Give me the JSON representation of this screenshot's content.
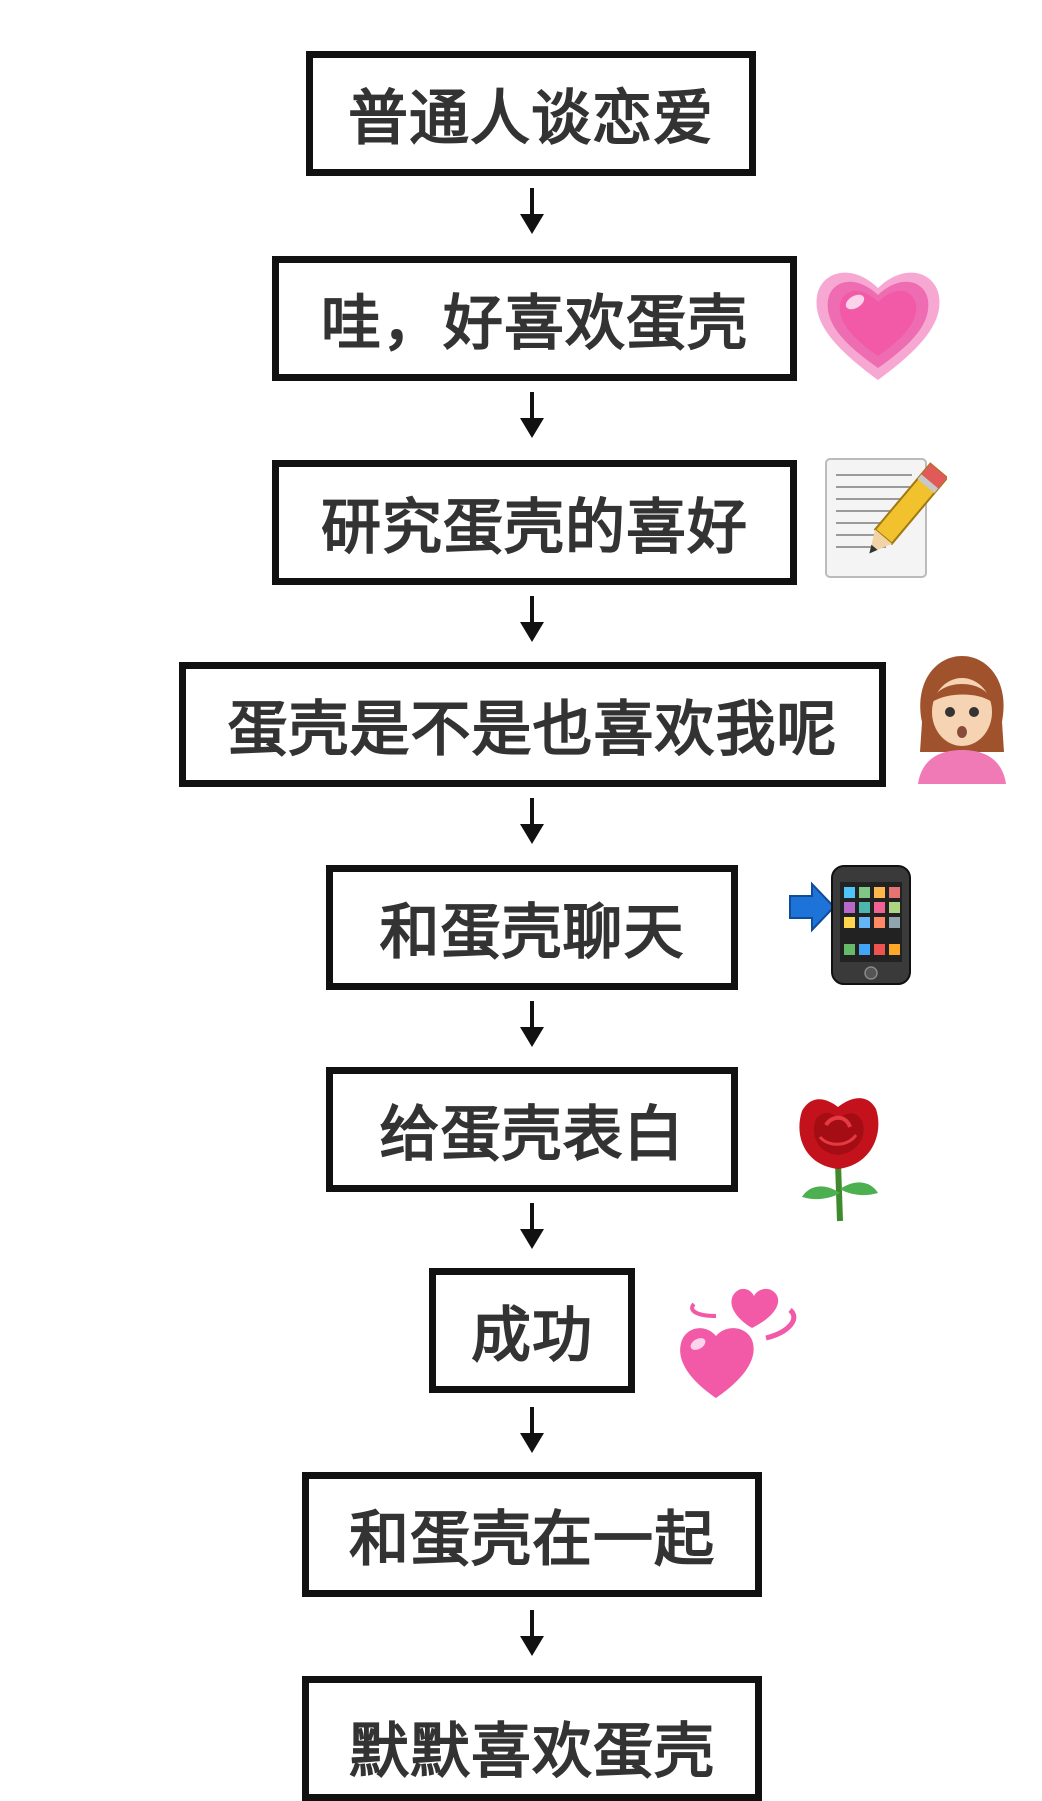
{
  "steps": [
    {
      "label": "普通人谈恋爱"
    },
    {
      "label": "哇，好喜欢蛋壳"
    },
    {
      "label": "研究蛋壳的喜好"
    },
    {
      "label": "蛋壳是不是也喜欢我呢"
    },
    {
      "label": "和蛋壳聊天"
    },
    {
      "label": "给蛋壳表白"
    },
    {
      "label": "成功"
    },
    {
      "label": "和蛋壳在一起"
    },
    {
      "label": "默默喜欢蛋壳"
    }
  ],
  "icons": {
    "step2": "growing-heart-icon",
    "step3": "memo-pencil-icon",
    "step4": "woman-emoji-icon",
    "step5": "phone-arrow-icon",
    "step6": "rose-icon",
    "step7": "revolving-hearts-icon"
  },
  "colors": {
    "border": "#111111",
    "text": "#333333",
    "heart_pink": "#f25aa8",
    "rose_red": "#c4121c",
    "arrow_blue": "#1e73d8"
  }
}
